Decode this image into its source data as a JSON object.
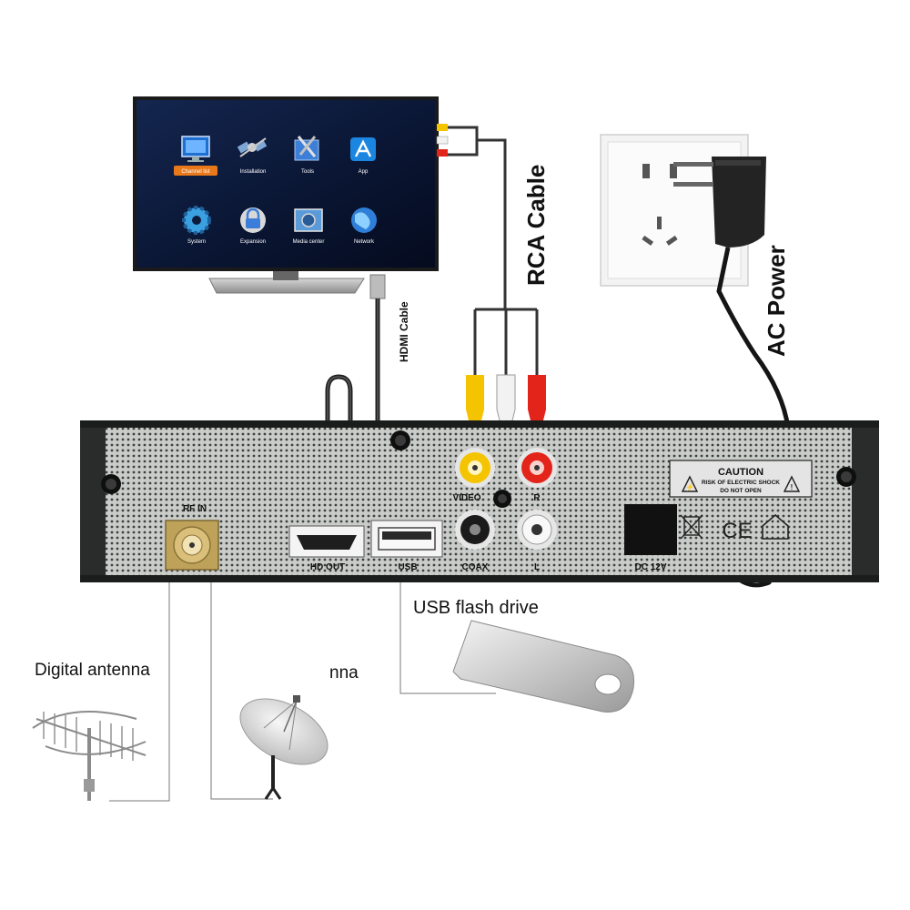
{
  "tv": {
    "menu": [
      {
        "label": "Channel list",
        "icon": "monitor-icon"
      },
      {
        "label": "Installation",
        "icon": "satellite-icon"
      },
      {
        "label": "Tools",
        "icon": "toolbox-icon"
      },
      {
        "label": "App",
        "icon": "app-store-icon"
      },
      {
        "label": "System",
        "icon": "gear-icon"
      },
      {
        "label": "Expansion",
        "icon": "lock-icon"
      },
      {
        "label": "Media center",
        "icon": "film-icon"
      },
      {
        "label": "Network",
        "icon": "globe-icon"
      }
    ],
    "selected_index": 0
  },
  "cables": {
    "rca": "RCA Cable",
    "hdmi": "HDMI Cable",
    "ac_power": "AC Power"
  },
  "receiver": {
    "ports": {
      "rf_in": "RF IN",
      "hd_out": "HD OUT",
      "usb": "USB",
      "video": "VIDEO",
      "r": "R",
      "coax": "COAX",
      "l": "L",
      "dc": "DC 12V"
    },
    "caution": {
      "title": "CAUTION",
      "line1": "RISK OF ELECTRIC SHOCK",
      "line2": "DO NOT OPEN"
    },
    "ce_mark": "CE"
  },
  "peripherals": {
    "usb_drive": "USB flash drive",
    "digital_antenna": "Digital antenna",
    "satellite_antenna": "nna"
  },
  "colors": {
    "rca_yellow": "#f5c400",
    "rca_white": "#f2f2f2",
    "rca_red": "#e3241b",
    "screen_bg": "#0c1a3c"
  }
}
